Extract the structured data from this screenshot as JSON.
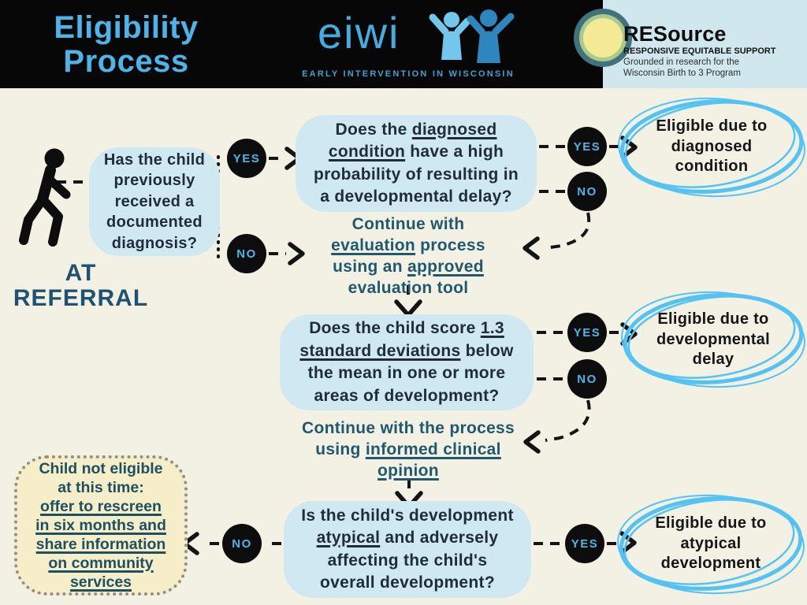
{
  "header": {
    "bg_color": "#070707",
    "title": {
      "line1": "Eligibility",
      "line2": "Process",
      "color": "#4cb4e9"
    },
    "eiwi": {
      "wordmark": "eiwi",
      "tagline": "EARLY INTERVENTION IN WISCONSIN",
      "figure_light_color": "#73c6ec",
      "figure_dark_color": "#2e86bf"
    },
    "resource": {
      "panel_color": "#cfe7ed",
      "ring_outer_color": "#42737c",
      "ring_mid_color": "#a9ca8e",
      "ring_inner_color": "#f4e995",
      "name": "RESource",
      "subtitle": "RESPONSIVE EQUITABLE SUPPORT",
      "tagline_line1": "Grounded in research for the",
      "tagline_line2": "Wisconsin Birth to 3 Program"
    }
  },
  "flow": {
    "yes_label": "YES",
    "no_label": "NO",
    "label_color": "#4db5ea",
    "box_color": "#cfe8f1",
    "oval_color": "#54c3f4",
    "stage": {
      "line1": "AT",
      "line2": "REFERRAL"
    },
    "q0": {
      "l1": "Has the child",
      "l2": "previously",
      "l3": "received a",
      "l4": "documented",
      "l5": "diagnosis?"
    },
    "q1": {
      "l1a": "Does the ",
      "l1b": "diagnosed",
      "l2a": "condition",
      "l2b": " have a high",
      "l3": "probability of resulting in",
      "l4": "a developmental delay?"
    },
    "continue1": {
      "l1": "Continue with",
      "l2a": "evaluation",
      "l2b": " process",
      "l3a": "using an ",
      "l3b": "approved",
      "l4": "evaluation tool"
    },
    "q2": {
      "l1a": "Does the child score ",
      "l1b": "1.3",
      "l2a": "standard deviations",
      "l2b": " below",
      "l3": "the mean in one or more",
      "l4": "areas of development?"
    },
    "continue2": {
      "l1": "Continue with the process",
      "l2a": "using ",
      "l2b": "informed clinical",
      "l3": "opinion"
    },
    "q3": {
      "l1": "Is the child's development",
      "l2a": "atypical",
      "l2b": " and adversely",
      "l3": "affecting the child's",
      "l4": "overall development?"
    },
    "outcome1": {
      "l1": "Eligible due to",
      "l2": "diagnosed",
      "l3": "condition"
    },
    "outcome2": {
      "l1": "Eligible due to",
      "l2": "developmental",
      "l3": "delay"
    },
    "outcome3": {
      "l1": "Eligible due to",
      "l2": "atypical",
      "l3": "development"
    },
    "not_eligible": {
      "bg_color": "#f6eec8",
      "l1": "Child not eligible",
      "l2": "at this time:",
      "l3": "offer to rescreen",
      "l4": "in six months and",
      "l5": "share information",
      "l6": "on community",
      "l7": "services"
    }
  }
}
